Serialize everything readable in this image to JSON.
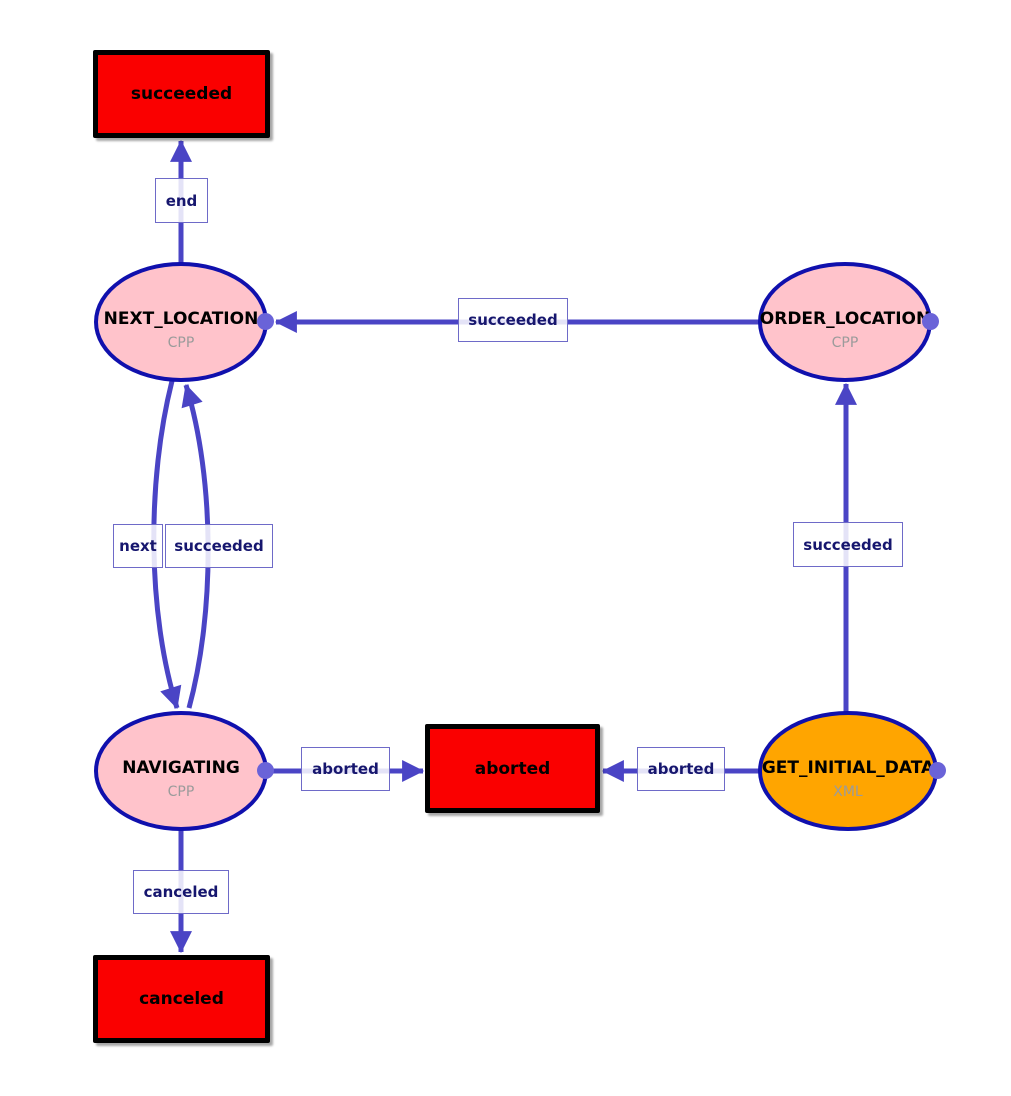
{
  "colors": {
    "edge": "#4a44c5",
    "state_border": "#1010ad",
    "state_fill": "#ffc3cb",
    "xml_state_fill": "#ffa500",
    "final_fill": "#fa0000",
    "final_border": "#000000",
    "edge_label_border": "#6e6ac8",
    "edge_label_text": "#16166e",
    "sublabel_text": "#9b9b9b",
    "port_dot": "#6a63d8"
  },
  "states": [
    {
      "id": "next-location",
      "label": "NEXT_LOCATION",
      "sublabel": "CPP"
    },
    {
      "id": "order-location",
      "label": "ORDER_LOCATION",
      "sublabel": "CPP"
    },
    {
      "id": "navigating",
      "label": "NAVIGATING",
      "sublabel": "CPP"
    },
    {
      "id": "get-initial-data",
      "label": "GET_INITIAL_DATA",
      "sublabel": "XML"
    }
  ],
  "final_states": [
    {
      "id": "succeeded",
      "label": "succeeded"
    },
    {
      "id": "aborted",
      "label": "aborted"
    },
    {
      "id": "canceled",
      "label": "canceled"
    }
  ],
  "edge_labels": [
    {
      "id": "end",
      "text": "end"
    },
    {
      "id": "succeeded-order-to-next",
      "text": "succeeded"
    },
    {
      "id": "next-next-to-navigating",
      "text": "next"
    },
    {
      "id": "succeeded-navigating-to-next",
      "text": "succeeded"
    },
    {
      "id": "succeeded-get-to-order",
      "text": "succeeded"
    },
    {
      "id": "aborted-from-navigating",
      "text": "aborted"
    },
    {
      "id": "aborted-from-get",
      "text": "aborted"
    },
    {
      "id": "canceled-from-navigating",
      "text": "canceled"
    }
  ]
}
